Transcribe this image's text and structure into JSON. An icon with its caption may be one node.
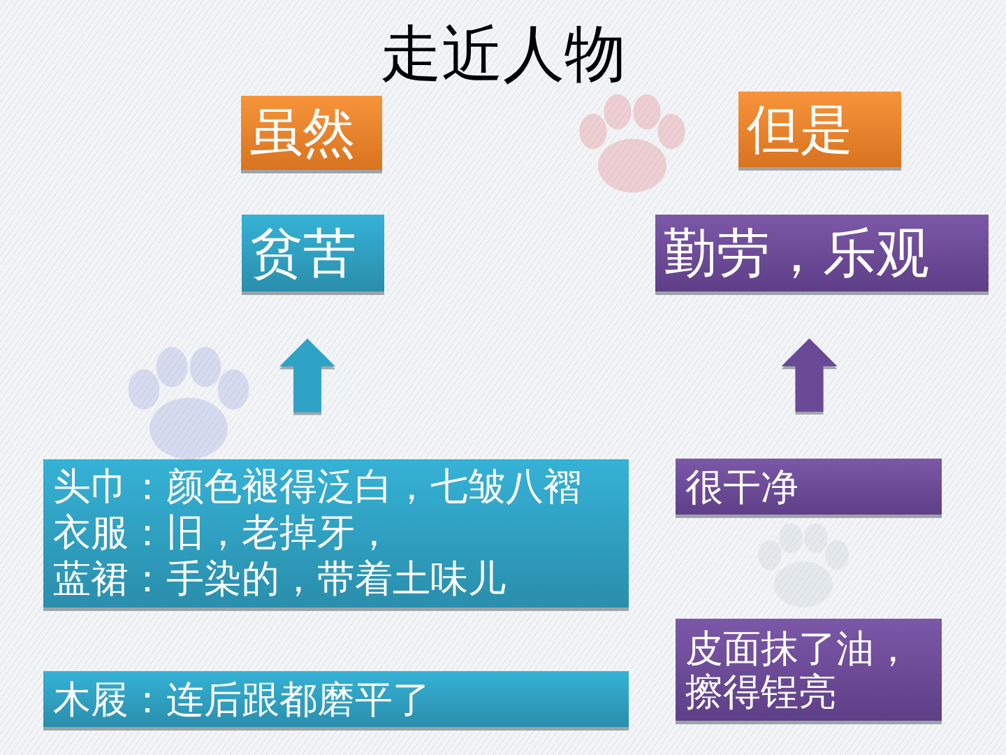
{
  "diagram": {
    "title": "走近人物",
    "nodes": [
      {
        "text": [
          "虽然"
        ]
      },
      {
        "text": [
          "但是"
        ]
      },
      {
        "text": [
          "贫苦"
        ]
      },
      {
        "text": [
          "勤劳，乐观"
        ]
      },
      {
        "text": [
          "头巾：颜色褪得泛白，七皱八褶",
          "衣服：旧，老掉牙，",
          "蓝裙：手染的，带着土味儿"
        ]
      },
      {
        "text": [
          "很干净"
        ]
      },
      {
        "text": [
          "皮面抹了油，擦得锃亮"
        ]
      },
      {
        "text": [
          "木屐：连后跟都磨平了"
        ]
      }
    ],
    "edges": [
      {
        "from": 4,
        "to": 2,
        "arrow": "to",
        "style": "thick",
        "color": "#2fa3c6"
      },
      {
        "from": 5,
        "to": 3,
        "arrow": "to",
        "style": "thick",
        "color": "#6a4a97"
      }
    ]
  }
}
